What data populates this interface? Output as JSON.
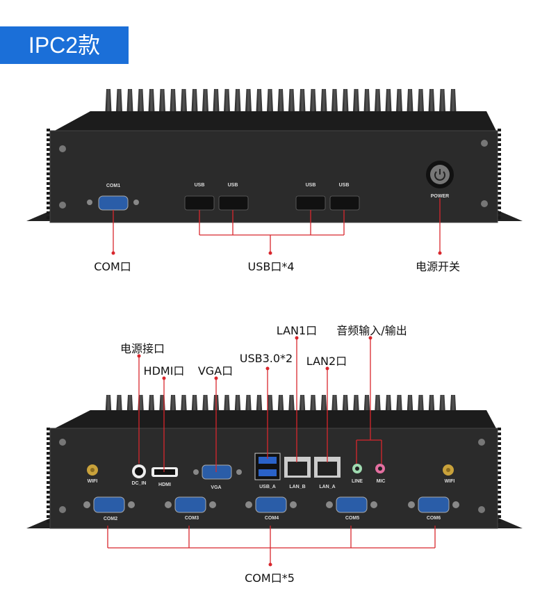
{
  "badge": {
    "title": "IPC2款"
  },
  "device1": {
    "port_labels": {
      "com1": "COM1",
      "usb": "USB",
      "power": "POWER"
    },
    "callouts": {
      "com": "COM口",
      "usb": "USB口*4",
      "power": "电源开关"
    }
  },
  "device2": {
    "port_labels": {
      "wifi": "WIFI",
      "dc_in": "DC_IN",
      "hdmi": "HDMI",
      "vga": "VGA",
      "usb_a": "USB_A",
      "lan_b": "LAN_B",
      "lan_a": "LAN_A",
      "line": "LINE",
      "mic": "MIC",
      "com2": "COM2",
      "com3": "COM3",
      "com4": "COM4",
      "com5": "COM5",
      "com6": "COM6"
    },
    "callouts": {
      "power_jack": "电源接口",
      "hdmi": "HDMI口",
      "vga": "VGA口",
      "usb3": "USB3.0*2",
      "lan1": "LAN1口",
      "lan2": "LAN2口",
      "audio": "音频输入/输出",
      "com": "COM口*5"
    }
  },
  "colors": {
    "badge": "#1b6fd8",
    "callout_line": "#d8262c",
    "chassis": "#2b2b2b"
  }
}
